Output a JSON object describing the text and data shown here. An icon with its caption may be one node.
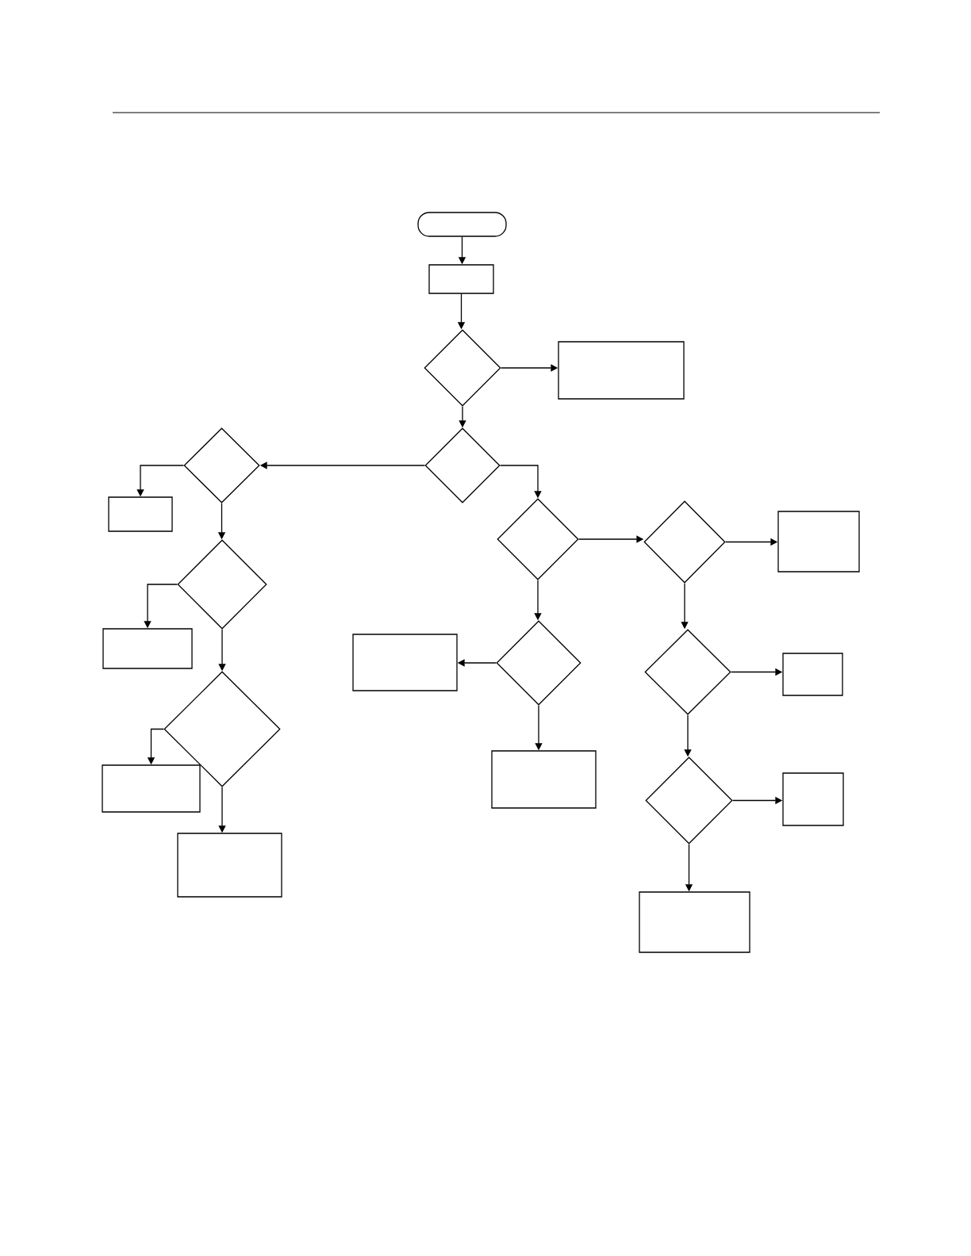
{
  "diagram": {
    "nodes": [
      {
        "text": [],
        "shape": "pill"
      },
      {
        "text": [],
        "shape": "box"
      },
      {
        "text": [],
        "shape": "diamond"
      },
      {
        "text": [],
        "shape": "box"
      },
      {
        "text": [],
        "shape": "diamond"
      },
      {
        "text": [],
        "shape": "diamond"
      },
      {
        "text": [],
        "shape": "box"
      },
      {
        "text": [],
        "shape": "diamond"
      },
      {
        "text": [],
        "shape": "box"
      },
      {
        "text": [],
        "shape": "diamond"
      },
      {
        "text": [],
        "shape": "box"
      },
      {
        "text": [],
        "shape": "box"
      },
      {
        "text": [],
        "shape": "diamond"
      },
      {
        "text": [],
        "shape": "diamond"
      },
      {
        "text": [],
        "shape": "box"
      },
      {
        "text": [],
        "shape": "box"
      },
      {
        "text": [],
        "shape": "diamond"
      },
      {
        "text": [],
        "shape": "box"
      },
      {
        "text": [],
        "shape": "diamond"
      },
      {
        "text": [],
        "shape": "box"
      },
      {
        "text": [],
        "shape": "diamond"
      },
      {
        "text": [],
        "shape": "box"
      },
      {
        "text": [],
        "shape": "box"
      }
    ],
    "edges": [
      {
        "from": 0,
        "to": 1,
        "arrow": "to"
      },
      {
        "from": 1,
        "to": 2,
        "arrow": "to"
      },
      {
        "from": 2,
        "to": 3,
        "arrow": "to"
      },
      {
        "from": 2,
        "to": 4,
        "arrow": "to"
      },
      {
        "from": 4,
        "to": 5,
        "arrow": "to"
      },
      {
        "from": 4,
        "to": 12,
        "arrow": "to"
      },
      {
        "from": 5,
        "to": 6,
        "arrow": "to"
      },
      {
        "from": 5,
        "to": 7,
        "arrow": "to"
      },
      {
        "from": 7,
        "to": 8,
        "arrow": "to"
      },
      {
        "from": 7,
        "to": 9,
        "arrow": "to"
      },
      {
        "from": 9,
        "to": 10,
        "arrow": "to"
      },
      {
        "from": 9,
        "to": 11,
        "arrow": "to"
      },
      {
        "from": 12,
        "to": 13,
        "arrow": "to"
      },
      {
        "from": 12,
        "to": 16,
        "arrow": "to"
      },
      {
        "from": 16,
        "to": 15,
        "arrow": "to"
      },
      {
        "from": 16,
        "to": 17,
        "arrow": "to"
      },
      {
        "from": 13,
        "to": 14,
        "arrow": "to"
      },
      {
        "from": 13,
        "to": 18,
        "arrow": "to"
      },
      {
        "from": 18,
        "to": 19,
        "arrow": "to"
      },
      {
        "from": 18,
        "to": 20,
        "arrow": "to"
      },
      {
        "from": 20,
        "to": 21,
        "arrow": "to"
      },
      {
        "from": 20,
        "to": 22,
        "arrow": "to"
      }
    ]
  }
}
